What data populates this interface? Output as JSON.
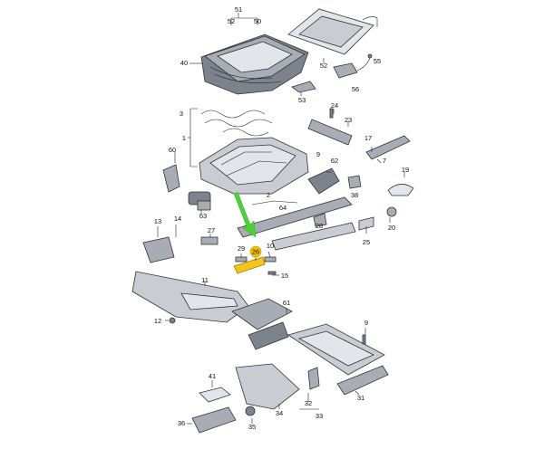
{
  "diagram": {
    "highlighted_part": "26",
    "callouts": {
      "n1": "1",
      "n2": "2",
      "n3": "3",
      "n7": "7",
      "n9a": "9",
      "n9b": "9",
      "n10": "10",
      "n11": "11",
      "n12": "12",
      "n13": "13",
      "n14": "14",
      "n15": "15",
      "n17": "17",
      "n19": "19",
      "n20": "20",
      "n23": "23",
      "n24": "24",
      "n25": "25",
      "n26": "26",
      "n27": "27",
      "n28": "28",
      "n29": "29",
      "n31": "31",
      "n32": "32",
      "n33": "33",
      "n34": "34",
      "n35": "35",
      "n36": "36",
      "n38": "38",
      "n40": "40",
      "n41": "41",
      "n50": "50",
      "n51": "51",
      "n52a": "52",
      "n52b": "52",
      "n53": "53",
      "n55": "55",
      "n56": "56",
      "n60": "60",
      "n61": "61",
      "n62": "62",
      "n63": "63",
      "n64": "64"
    }
  },
  "colors": {
    "highlight": "#f2c200",
    "arrow": "#4cd13a"
  }
}
